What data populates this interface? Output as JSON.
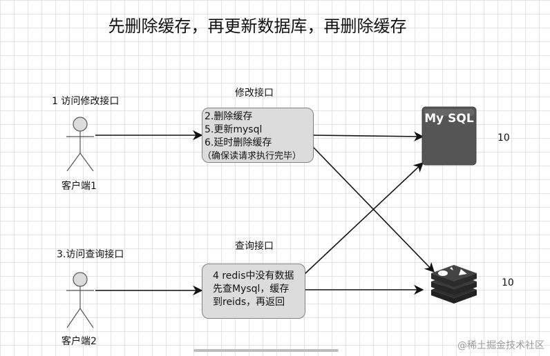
{
  "title": "先删除缓存，再更新数据库，再删除缓存",
  "client1": {
    "action": "1 访问修改接口",
    "name": "客户端1"
  },
  "client2": {
    "action": "3.访问查询接口",
    "name": "客户端2"
  },
  "update_api": {
    "label": "修改接口",
    "lines": [
      "2.删除缓存",
      "5.更新mysql",
      "6.延时删除缓存",
      "（确保读请求执行完毕）"
    ]
  },
  "query_api": {
    "label": "查询接口",
    "lines": [
      "4 redis中没有数据",
      "先查Mysql，缓存",
      "到reids，再返回"
    ]
  },
  "mysql": {
    "label": "My SQL",
    "value": "10",
    "icon": "database-icon"
  },
  "redis": {
    "value": "10",
    "icon": "redis-icon"
  },
  "watermark": "@稀土掘金技术社区",
  "colors": {
    "mysql_fill": "#555555",
    "redis_fill": "#3a3a3a",
    "box_fill": "#dcdcdc",
    "arrow": "#111111"
  }
}
